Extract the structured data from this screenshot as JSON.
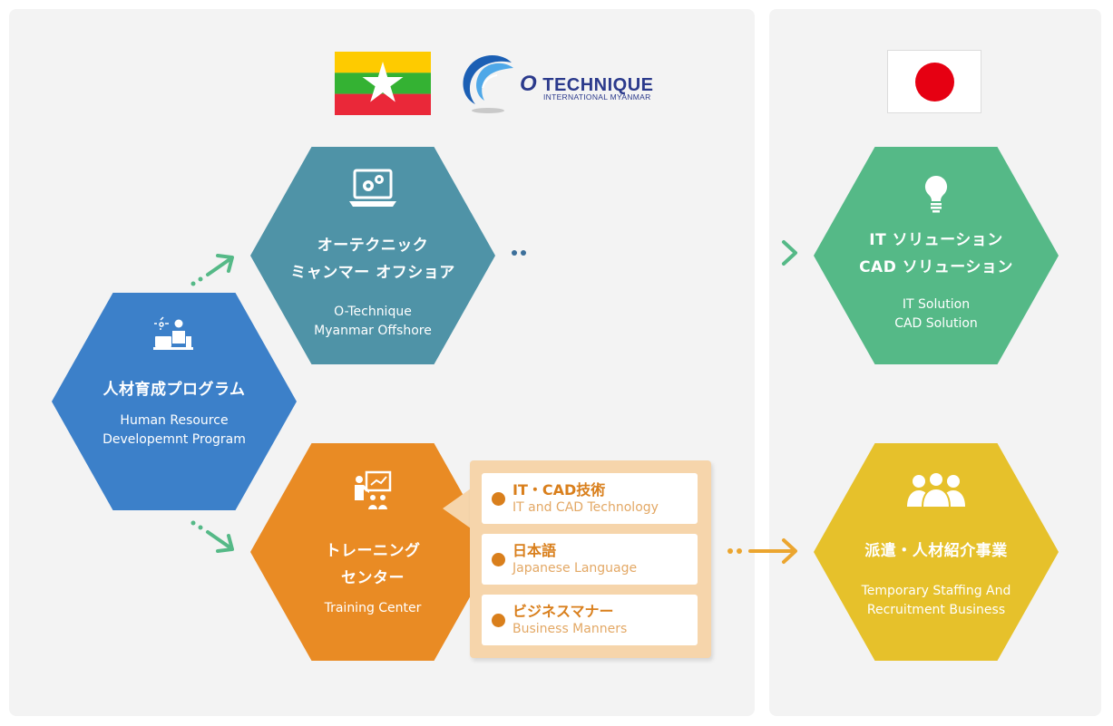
{
  "logo": {
    "name": "TECHNIQUE",
    "subtitle": "INTERNATIONAL MYANMAR"
  },
  "nodes": {
    "hr": {
      "jp": "人材育成プログラム",
      "en": [
        "Human Resource",
        "Developemnt  Program"
      ],
      "color": "#3c80c9",
      "icon": "person-at-desk-icon"
    },
    "offshore": {
      "jp": [
        "オーテクニック",
        "ミャンマー オフショア"
      ],
      "en": [
        "O-Technique",
        "Myanmar Offshore"
      ],
      "color": "#4f93a7",
      "icon": "laptop-gears-icon"
    },
    "training": {
      "jp": [
        "トレーニング",
        "センター"
      ],
      "en": [
        "Training Center"
      ],
      "color": "#e98b24",
      "icon": "presentation-teacher-icon"
    },
    "it": {
      "jp": [
        "IT ソリューション",
        "CAD ソリューション"
      ],
      "en": [
        "IT Solution",
        "CAD Solution"
      ],
      "color": "#55b987",
      "icon": "lightbulb-icon"
    },
    "staffing": {
      "jp": "派遣・人材紹介事業",
      "en": [
        "Temporary Staffing And",
        "Recruitment Business"
      ],
      "color": "#e6c12b",
      "icon": "people-group-icon"
    }
  },
  "training_items": [
    {
      "jp": "IT・CAD技術",
      "en": "IT and CAD Technology"
    },
    {
      "jp": "日本語",
      "en": "Japanese Language"
    },
    {
      "jp": "ビジネスマナー",
      "en": "Business Manners"
    }
  ],
  "flags": {
    "left": "myanmar-flag",
    "right": "japan-flag"
  },
  "colors": {
    "panel": "#f3f3f3",
    "green_arrow": "#55b987",
    "blue_arrow": "#3b6f9a",
    "orange_arrow": "#eba52f",
    "callout": "#f6d5ab",
    "callout_text": "#d97f1c"
  }
}
